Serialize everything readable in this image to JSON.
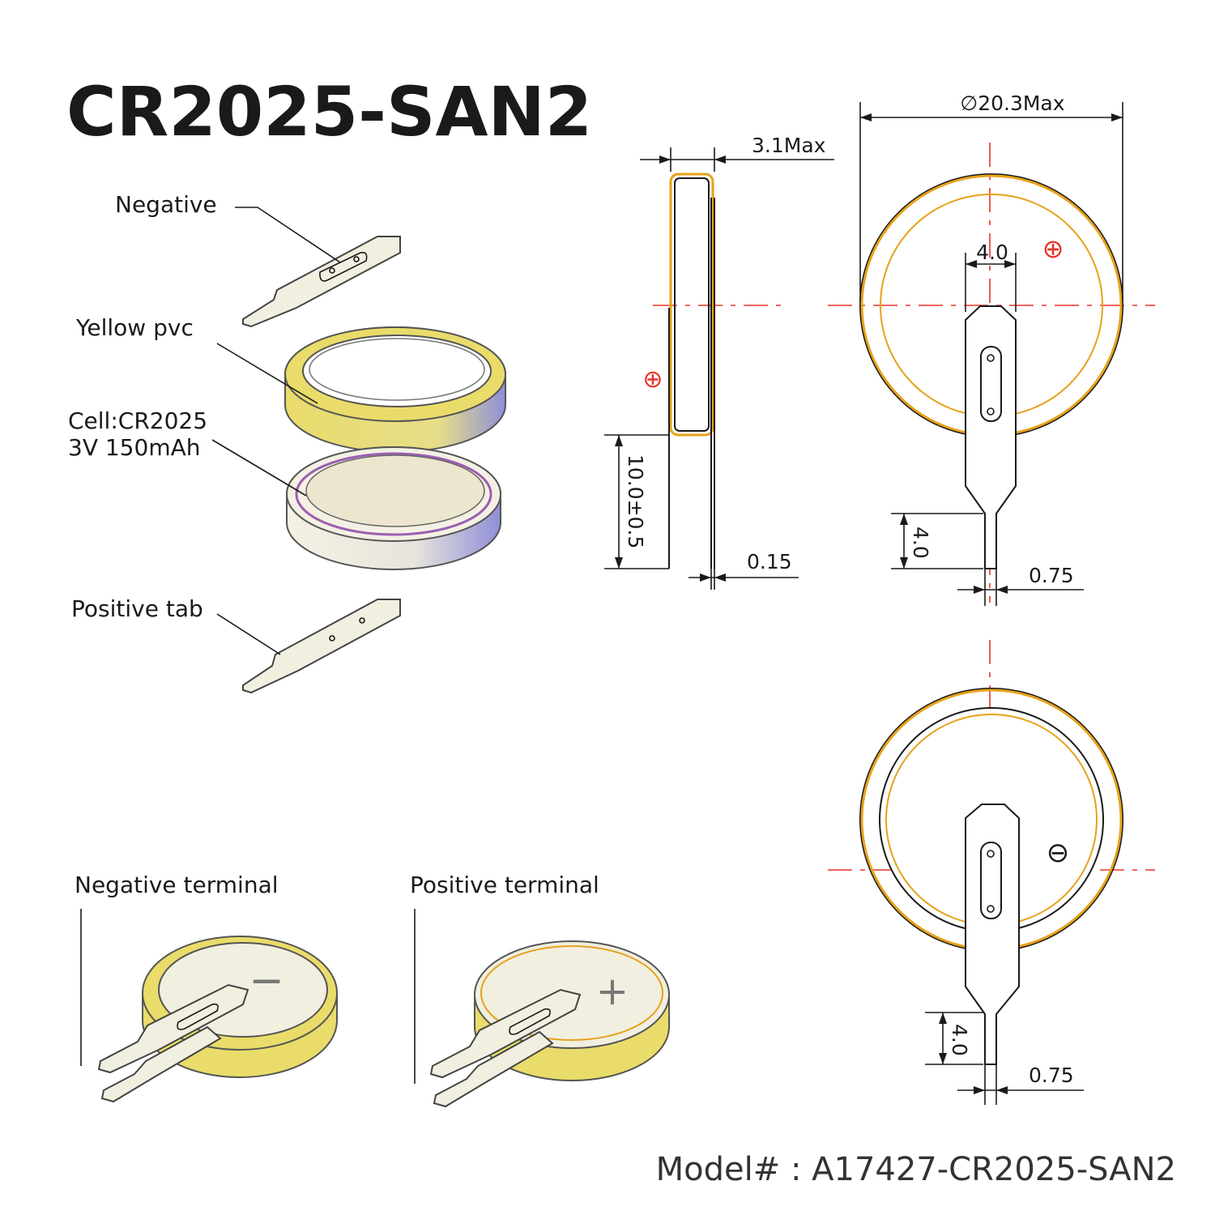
{
  "title": "CR2025-SAN2",
  "labels": {
    "negative": "Negative",
    "yellow_pvc": "Yellow pvc",
    "cell_line1": "Cell:CR2025",
    "cell_line2": "3V 150mAh",
    "positive_tab": "Positive tab",
    "negative_terminal": "Negative terminal",
    "positive_terminal": "Positive terminal"
  },
  "dimensions": {
    "diameter": "∅20.3Max",
    "thickness": "3.1Max",
    "tab_width": "4.0",
    "height": "10.0±0.5",
    "tab_thickness": "0.15",
    "pin_length_top": "4.0",
    "pin_width_top": "0.75",
    "pin_length_bottom": "4.0",
    "pin_width_bottom": "0.75"
  },
  "symbols": {
    "plus_circle": "⊕",
    "minus_circle": "⊖",
    "minus_sign": "−",
    "plus_sign": "+"
  },
  "colors": {
    "pvc_yellow": "#e9dc6a",
    "gold_outline": "#e6a21a",
    "center_line": "#e8332a",
    "tab_fill": "#f1efe0",
    "cell_blue": "#8f8fd8"
  },
  "model": "Model# : A17427-CR2025-SAN2"
}
